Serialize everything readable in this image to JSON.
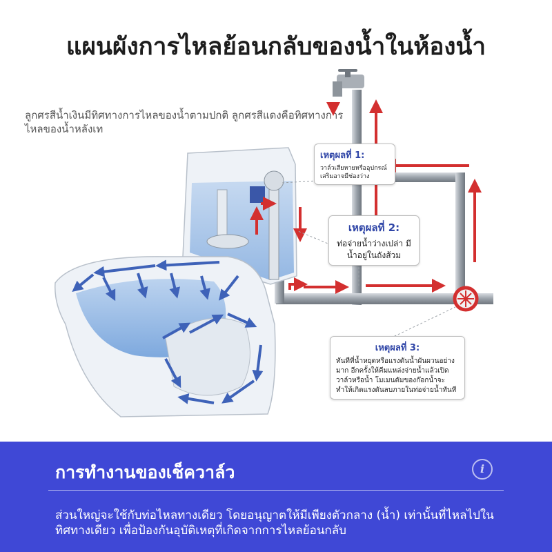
{
  "title": "แผนผังการไหลย้อนกลับของน้ำในห้องน้ำ",
  "intro": "ลูกศรสีน้ำเงินมีทิศทางการไหลของน้ำตามปกติ ลูกศรสีแดงคือทิศทางการไหลของน้ำหลังเท",
  "callouts": [
    {
      "heading": "เหตุผลที่ 1:",
      "text": "วาล์วเสียหายหรืออุปกรณ์เสริมอาจมีช่องว่าง"
    },
    {
      "heading": "เหตุผลที่ 2:",
      "text": "ท่อจ่ายน้ำว่างเปล่า มีน้ำอยู่ในถังส้วม"
    },
    {
      "heading": "เหตุผลที่ 3:",
      "text": "ทันทีที่น้ำหยุดหรือแรงดันน้ำผันผวนอย่างมาก อีกครั้งให้คีมแหล่งจ่ายน้ำแล้วเปิดวาล์วหรือน้ำ โมเมนตัมของก๊อกน้ำจะทำให้เกิดแรงดันลบภายในท่อจ่ายน้ำทันที"
    }
  ],
  "panel": {
    "title": "การทำงานของเช็ควาล์ว",
    "body": "ส่วนใหญ่จะใช้กับท่อไหลทางเดียว โดยอนุญาตให้มีเพียงตัวกลาง (น้ำ) เท่านั้นที่ไหลไปในทิศทางเดียว เพื่อป้องกันอุบัติเหตุที่เกิดจากการไหลย้อนกลับ",
    "info_icon": "i"
  },
  "colors": {
    "panel_bg": "#3f48d6",
    "heading_blue": "#2f45a7",
    "arrow_red": "#d32f2f",
    "arrow_blue": "#3e62b8"
  }
}
